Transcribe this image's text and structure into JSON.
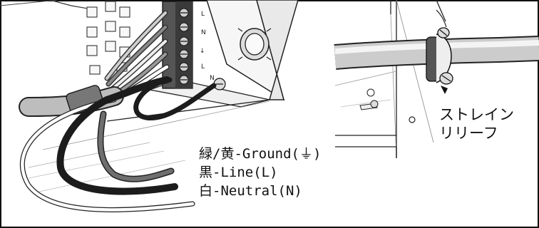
{
  "labels": {
    "ground": "緑/黄-Ground(⏚)",
    "line": "黒-Line(L)",
    "neutral": "白-Neutral(N)",
    "strain_relief_line1": "ストレイン",
    "strain_relief_line2": "リリーフ"
  },
  "terminal_markings": [
    "L",
    "N",
    "↓",
    "L",
    "N",
    "⏚"
  ],
  "colors": {
    "black_wire": "#1c1c1c",
    "gray_wire": "#6f6f6f",
    "white_wire": "#ffffff",
    "outline": "#222222"
  }
}
